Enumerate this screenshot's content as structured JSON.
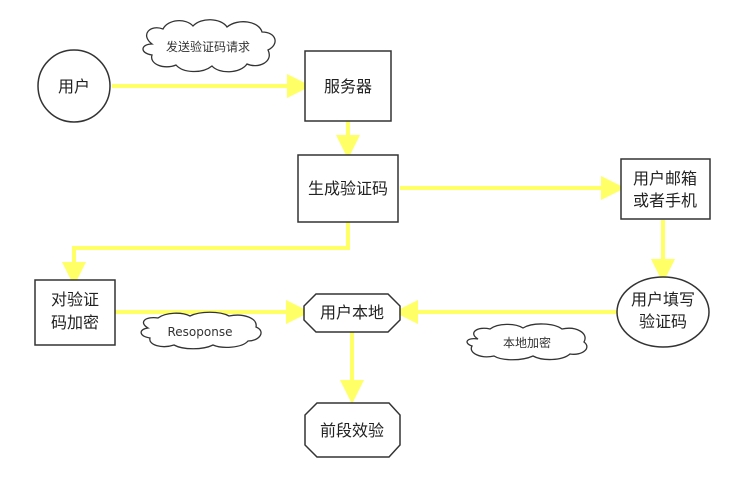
{
  "nodes": {
    "user": "用户",
    "server": "服务器",
    "generate_code": "生成验证码",
    "email_or_phone": [
      "用户邮箱",
      "或者手机"
    ],
    "user_fill_code": [
      "用户填写",
      "验证码"
    ],
    "encrypt_code": [
      "对验证",
      "码加密"
    ],
    "local_user": "用户本地",
    "frontend_verify": "前段效验"
  },
  "annotations": {
    "send_request": "发送验证码请求",
    "response": "Resoponse",
    "local_encrypt": "本地加密"
  },
  "colors": {
    "arrow": "#FFFF66",
    "stroke": "#333333",
    "fill": "#ffffff"
  }
}
